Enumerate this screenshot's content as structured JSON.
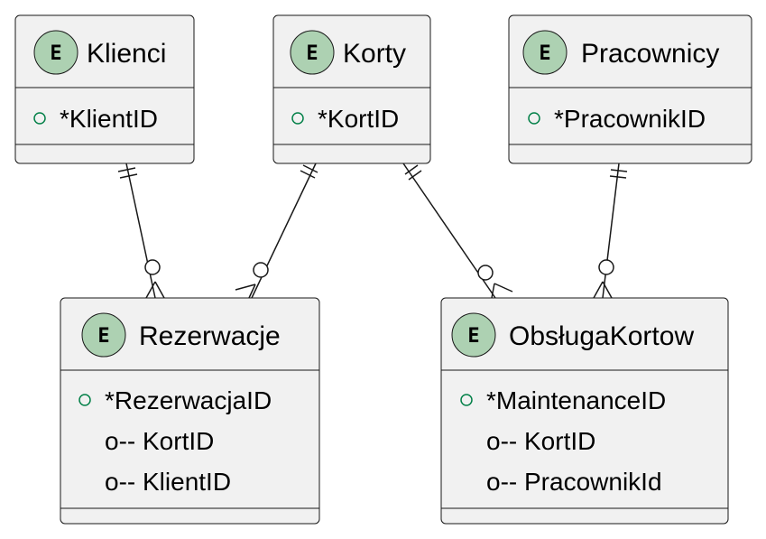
{
  "diagram": {
    "badge_letter": "E",
    "entities": {
      "klienci": {
        "title": "Klienci",
        "pk": "*KlientID",
        "attrs": []
      },
      "korty": {
        "title": "Korty",
        "pk": "*KortID",
        "attrs": []
      },
      "pracownicy": {
        "title": "Pracownicy",
        "pk": "*PracownikID",
        "attrs": []
      },
      "rezerwacje": {
        "title": "Rezerwacje",
        "pk": "*RezerwacjaID",
        "attrs": [
          "o-- KortID",
          "o-- KlientID"
        ]
      },
      "obsluga": {
        "title": "ObsługaKortow",
        "pk": "*MaintenanceID",
        "attrs": [
          "o-- KortID",
          "o-- PracownikId"
        ]
      }
    },
    "relationships": [
      {
        "from": "Klienci",
        "to": "Rezerwacje",
        "from_cardinality": "exactly-one",
        "to_cardinality": "zero-or-many"
      },
      {
        "from": "Korty",
        "to": "Rezerwacje",
        "from_cardinality": "exactly-one",
        "to_cardinality": "zero-or-many"
      },
      {
        "from": "Korty",
        "to": "ObsługaKortow",
        "from_cardinality": "exactly-one",
        "to_cardinality": "zero-or-many"
      },
      {
        "from": "Pracownicy",
        "to": "ObsługaKortow",
        "from_cardinality": "exactly-one",
        "to_cardinality": "zero-or-many"
      }
    ],
    "colors": {
      "entity_fill": "#f1f1f1",
      "badge_fill": "#add1b2",
      "pk_marker": "#038048",
      "stroke": "#181818"
    }
  }
}
